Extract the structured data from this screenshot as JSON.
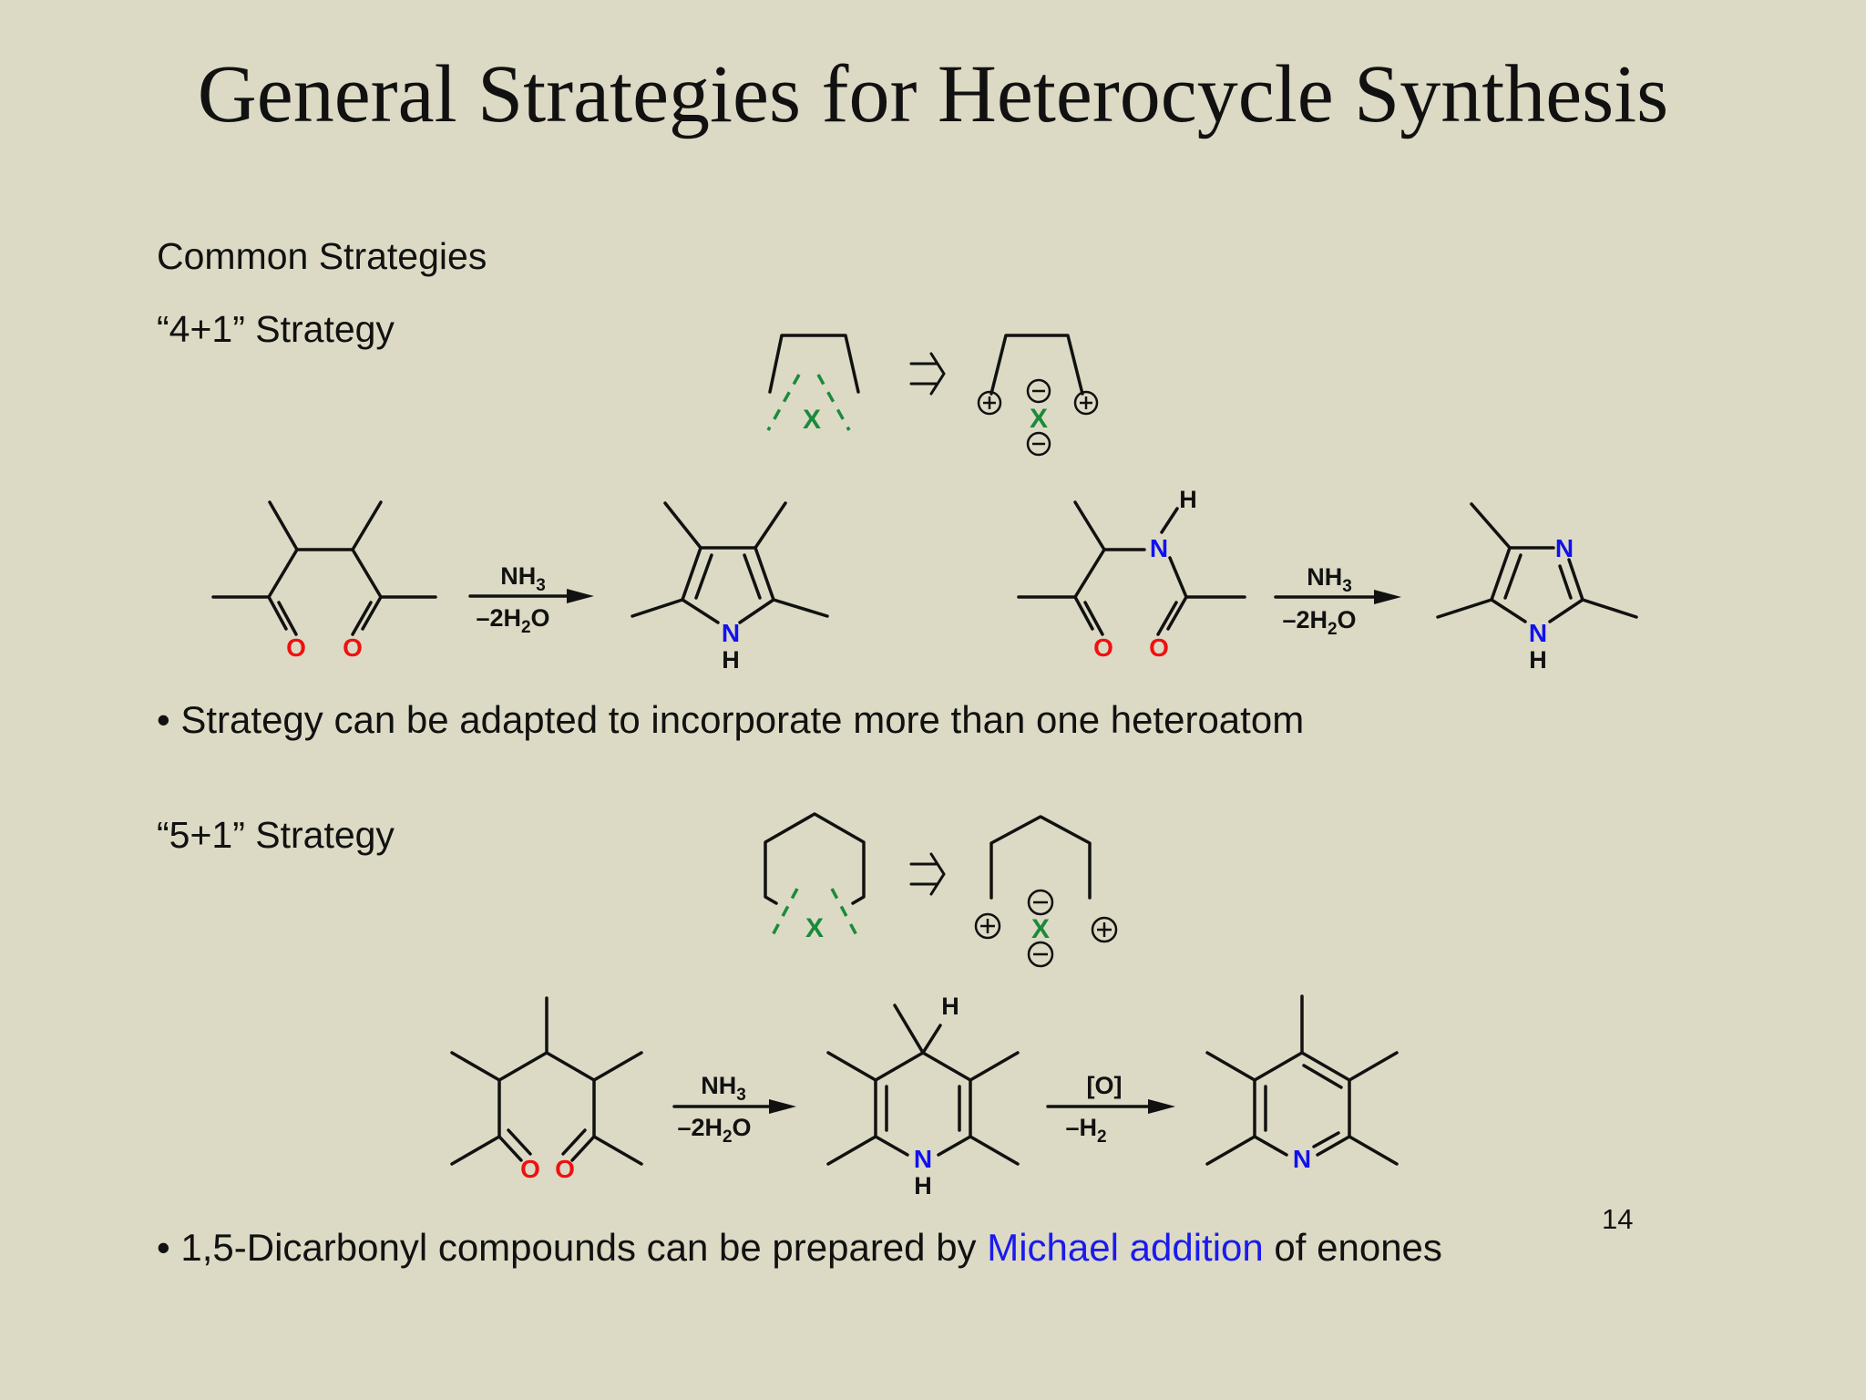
{
  "title": "General Strategies for Heterocycle Synthesis",
  "section_heading": "Common Strategies",
  "strategy_1": {
    "label": "“4+1” Strategy",
    "bullet": "• Strategy can be adapted to incorporate more than one heteroatom"
  },
  "strategy_2": {
    "label": "“5+1” Strategy",
    "bullet_before": "• 1,5-Dicarbonyl compounds can be prepared by ",
    "bullet_link": "Michael addition",
    "bullet_after": " of enones"
  },
  "page_number": "14",
  "atoms": {
    "X": "X",
    "O": "O",
    "N": "N",
    "H": "H"
  },
  "reagents": {
    "nh3_main": "NH",
    "nh3_sub": "3",
    "water_pre": "–2H",
    "water_sub": "2",
    "water_post": "O",
    "oxidant": "[O]",
    "h2_main": "–H",
    "h2_sub": "2"
  },
  "colors": {
    "background": "#dcdac4",
    "oxygen": "#ee1111",
    "nitrogen": "#1111ee",
    "heteroatom_X": "#1b8a3c",
    "link": "#1a1aee"
  }
}
